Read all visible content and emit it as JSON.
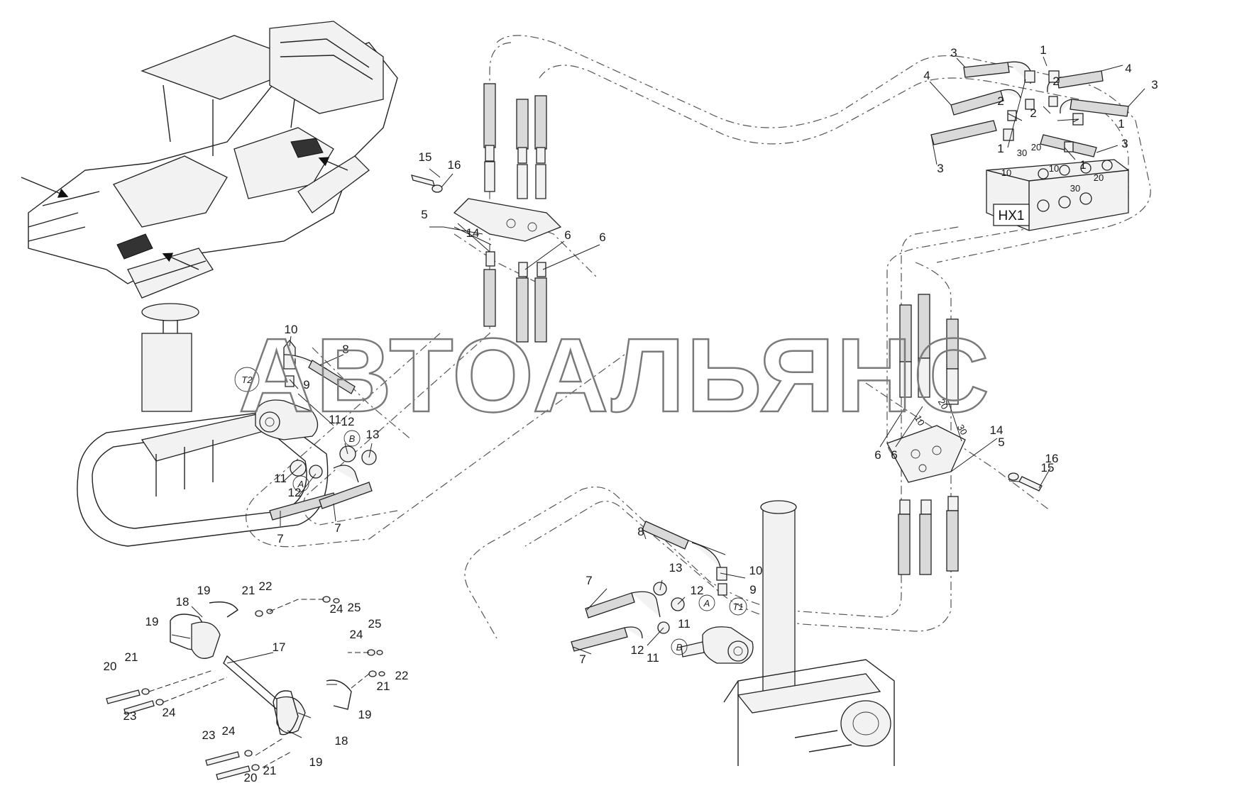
{
  "watermark": "АВТОАЛЬЯНС",
  "block_label": "HX1",
  "port_labels": [
    "10",
    "20",
    "30"
  ],
  "circle_letters": [
    "A",
    "B",
    "T1",
    "T2"
  ],
  "callouts": [
    "1",
    "2",
    "3",
    "4",
    "5",
    "6",
    "7",
    "8",
    "9",
    "10",
    "11",
    "12",
    "13",
    "14",
    "15",
    "16",
    "17",
    "18",
    "19",
    "20",
    "21",
    "22",
    "23",
    "24",
    "25"
  ],
  "colors": {
    "line": "#222222",
    "watermark": "#7a7a7a",
    "background": "#ffffff"
  }
}
